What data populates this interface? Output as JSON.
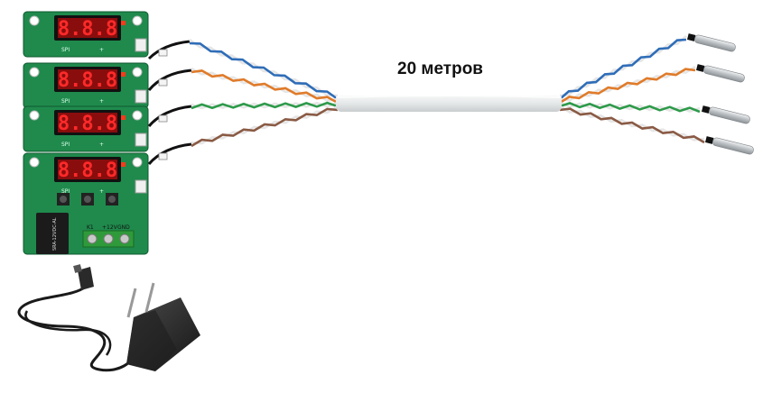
{
  "cable": {
    "length_label": "20 метров"
  },
  "boards": [
    {
      "display": "8.8.8",
      "label_a": "SPI",
      "label_b": "+"
    },
    {
      "display": "8.8.8",
      "label_a": "SPI",
      "label_b": "+"
    },
    {
      "display": "8.8.8",
      "label_a": "SPI",
      "label_b": "+"
    },
    {
      "display": "8.8.8",
      "label_a": "SPI",
      "label_b": "+",
      "terminals": [
        "K1",
        "+12V",
        "GND"
      ],
      "relay_text": "SRA-12VDC-AL"
    }
  ],
  "colors": {
    "pcb": "#1f8a4c",
    "display": "#8a0d0d",
    "digits": "#ff2a2a",
    "cable": "#e9ecec",
    "blue_pair": "#2f6db8",
    "orange_pair": "#e07b2a",
    "green_pair": "#2e9a4a",
    "brown_pair": "#8a5a44",
    "probe": "#c9cdd0",
    "adapter": "#2a2a2a"
  },
  "icons": [
    "pcb-thermostat-icon",
    "temperature-probe-icon",
    "power-adapter-icon",
    "cable-icon"
  ]
}
